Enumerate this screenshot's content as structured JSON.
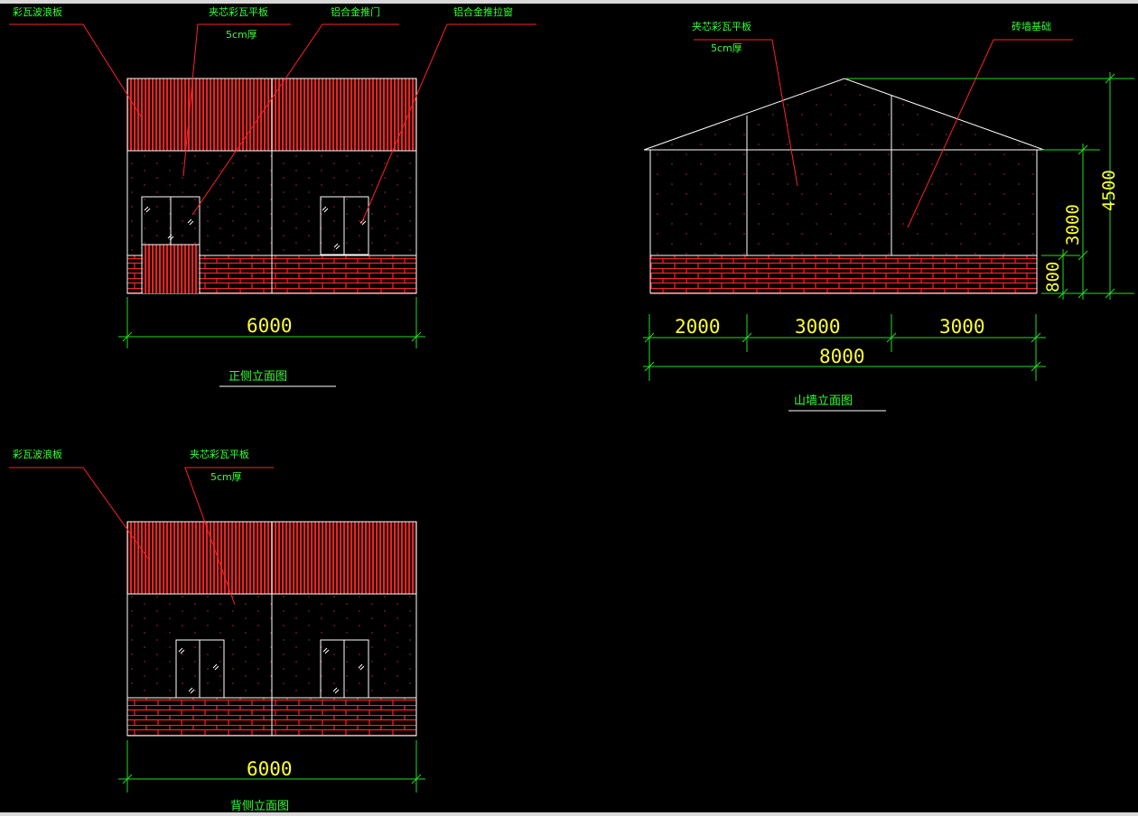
{
  "colors": {
    "background": "#000000",
    "label_text": "#33ff33",
    "dimension_text": "#ffff33",
    "leader_line": "#ff2222",
    "outline": "#ffffff",
    "brick": "#ff2222",
    "dimension_line": "#22dd22"
  },
  "front_elevation": {
    "title": "正侧立面图",
    "width_dim": "6000",
    "labels": {
      "corrugated_panel": "彩瓦波浪板",
      "sandwich_panel": "夹芯彩瓦平板",
      "sandwich_thickness": "5cm厚",
      "aluminum_door": "铝合金推门",
      "aluminum_window": "铝合金推拉窗"
    }
  },
  "back_elevation": {
    "title": "背侧立面图",
    "width_dim": "6000",
    "labels": {
      "corrugated_panel": "彩瓦波浪板",
      "sandwich_panel": "夹芯彩瓦平板",
      "sandwich_thickness": "5cm厚"
    }
  },
  "gable_elevation": {
    "title": "山墙立面图",
    "dims": {
      "seg1": "2000",
      "seg2": "3000",
      "seg3": "3000",
      "total": "8000",
      "base_height": "800",
      "wall_height": "3000",
      "total_height": "4500"
    },
    "labels": {
      "sandwich_panel": "夹芯彩瓦平板",
      "sandwich_thickness": "5cm厚",
      "brick_base": "砖墙基础"
    }
  }
}
